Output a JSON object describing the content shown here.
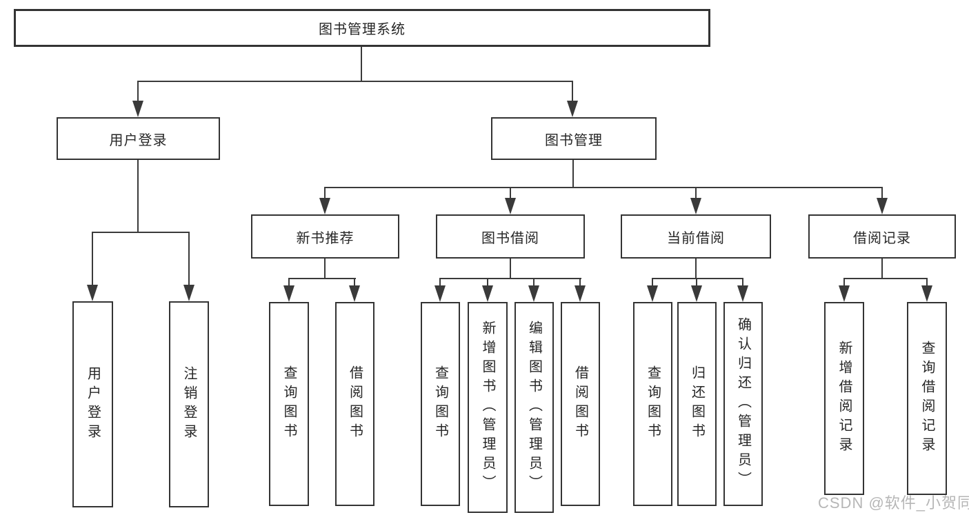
{
  "colors": {
    "background": "#ffffff",
    "line": "#3a3a3a",
    "box-border": "#333333",
    "text": "#262626",
    "watermark": "#b6b6b6"
  },
  "nodes": {
    "root": {
      "label": "图书管理系统"
    },
    "user_login": {
      "label": "用户登录"
    },
    "book_mgmt": {
      "label": "图书管理"
    },
    "new_book_rec": {
      "label": "新书推荐"
    },
    "book_borrow": {
      "label": "图书借阅"
    },
    "current_borrow": {
      "label": "当前借阅"
    },
    "borrow_record": {
      "label": "借阅记录"
    },
    "leaf_user_login": {
      "label": "用户登录"
    },
    "leaf_logout": {
      "label": "注销登录"
    },
    "leaf_nb_query": {
      "label": "查询图书"
    },
    "leaf_nb_borrow": {
      "label": "借阅图书"
    },
    "leaf_bb_query": {
      "label": "查询图书"
    },
    "leaf_bb_add": {
      "label": "新增图书（管理员）"
    },
    "leaf_bb_edit": {
      "label": "编辑图书（管理员）"
    },
    "leaf_bb_borrow": {
      "label": "借阅图书"
    },
    "leaf_cb_query": {
      "label": "查询图书"
    },
    "leaf_cb_return": {
      "label": "归还图书"
    },
    "leaf_cb_confirm": {
      "label": "确认归还（管理员）"
    },
    "leaf_br_add": {
      "label": "新增借阅记录"
    },
    "leaf_br_query": {
      "label": "查询借阅记录"
    }
  },
  "watermark": {
    "text": "CSDN @软件_小贺同学"
  }
}
